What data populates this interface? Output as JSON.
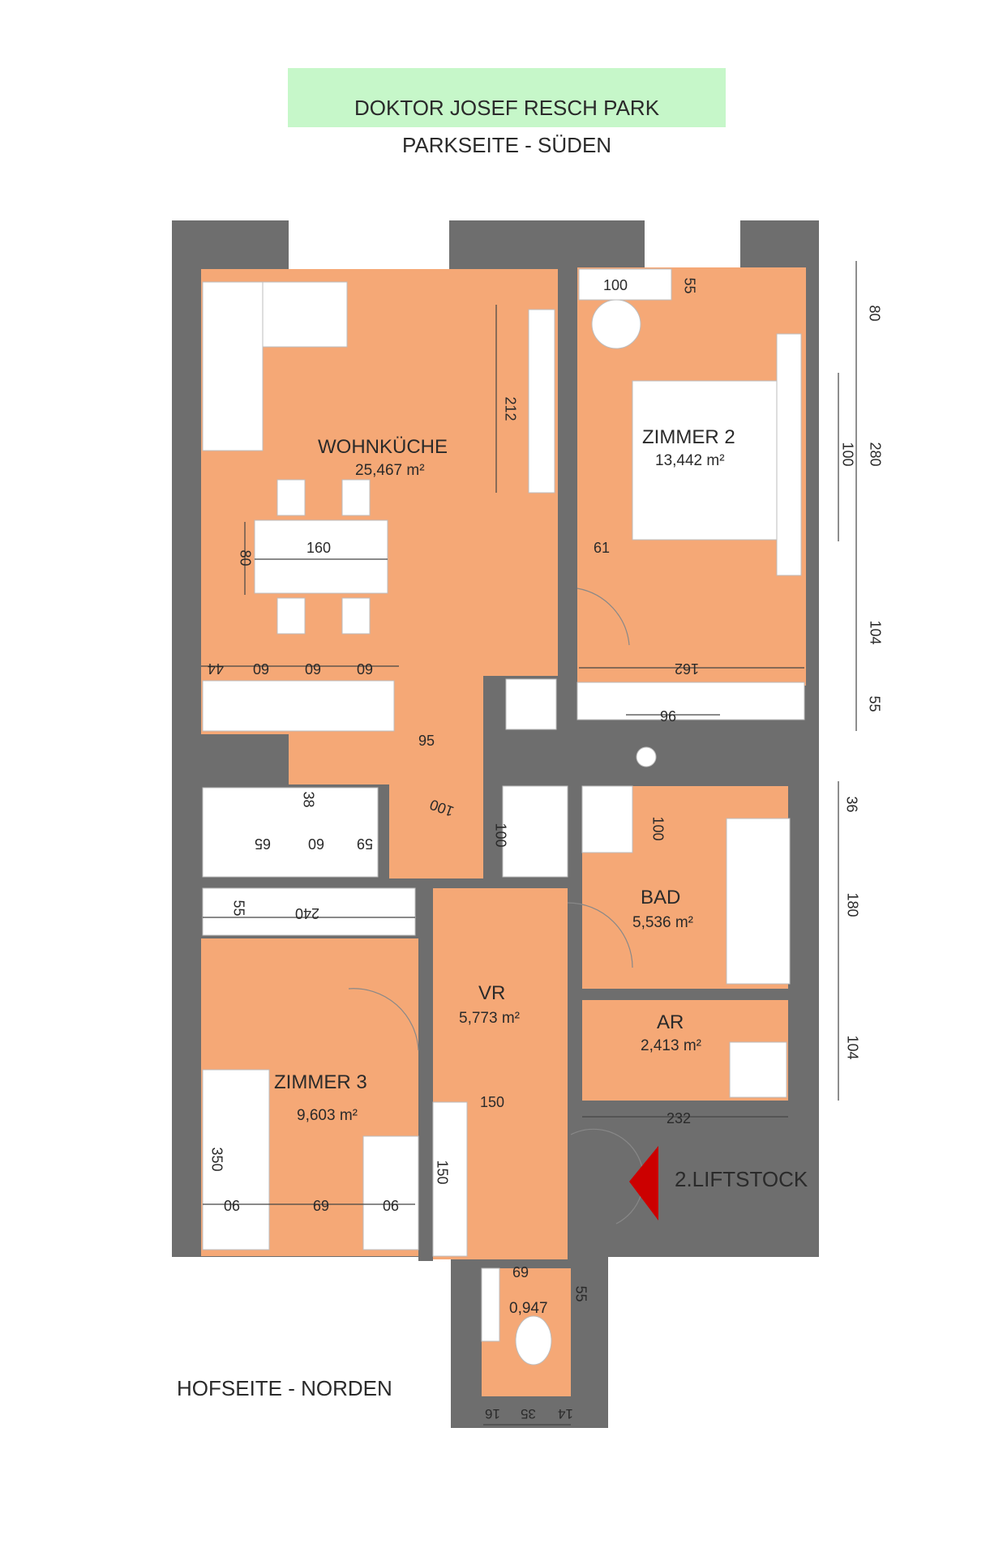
{
  "header": {
    "title": "DOKTOR JOSEF RESCH PARK",
    "subtitle": "PARKSEITE - SÜDEN"
  },
  "footer": {
    "north_label": "HOFSEITE - NORDEN",
    "entrance_label": "2.LIFTSTOCK"
  },
  "rooms": [
    {
      "name": "WOHNKÜCHE",
      "area": "25,467 m²"
    },
    {
      "name": "ZIMMER 2",
      "area": "13,442 m²"
    },
    {
      "name": "BAD",
      "area": "5,536 m²"
    },
    {
      "name": "AR",
      "area": "2,413 m²"
    },
    {
      "name": "VR",
      "area": "5,773 m²"
    },
    {
      "name": "ZIMMER 3",
      "area": "9,603 m²"
    },
    {
      "name": "",
      "area": "0,947"
    }
  ],
  "dimensions": {
    "right_side": [
      "80",
      "280",
      "104",
      "55",
      "36",
      "180",
      "104"
    ],
    "bed_depth": "100",
    "bed_area": "100",
    "closet_55": "55",
    "fridge_212": "212",
    "table_width": "160",
    "table_depth": "80",
    "kitchen_row": [
      "44",
      "60",
      "60",
      "60"
    ],
    "room2_61": "61",
    "room2_162": "162",
    "hall_96": "96",
    "kitchen_95": "95",
    "diag_100": "100",
    "shaft_100": "100",
    "sink_38": "38",
    "lower_row": [
      "65",
      "60",
      "59"
    ],
    "bad_100": "100",
    "zimmer3_closet": [
      "55",
      "240"
    ],
    "zimmer3_desk": [
      "90",
      "69",
      "90"
    ],
    "zimmer3_350": "350",
    "vr_150": "150",
    "vr_150_vertical": "150",
    "ar_232": "232",
    "wc_69": "69",
    "wc_55": "55",
    "wc_bottom": [
      "16",
      "35",
      "14"
    ]
  },
  "colors": {
    "room_fill": "#f5a876",
    "wall": "#6e6e6e",
    "header_bg": "#c6f7c9",
    "entrance_arrow": "#cc0000"
  }
}
